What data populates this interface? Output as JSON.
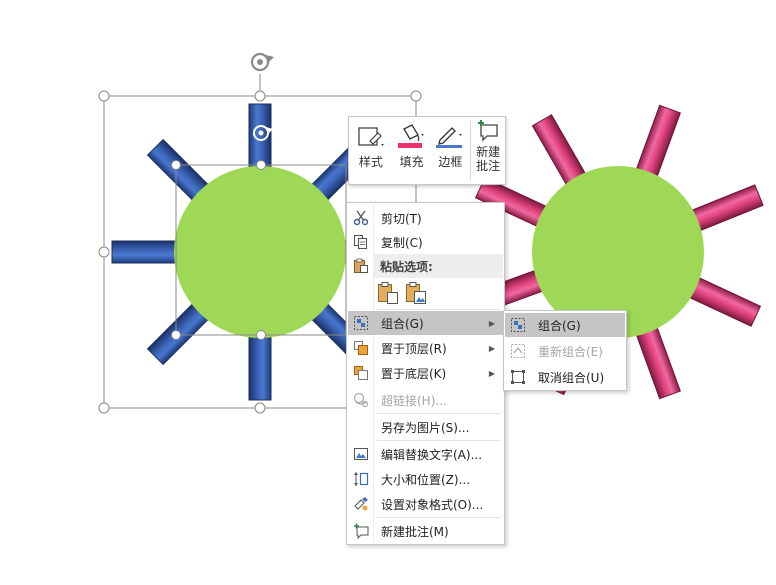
{
  "colors": {
    "circle_fill": "#9ed856",
    "blue_spoke": "#3a62b4",
    "pink_spoke": "#e2447f",
    "fill_swatch": "#e8336f",
    "menu_highlight": "#c5c5c5"
  },
  "mini_toolbar": {
    "style_label": "样式",
    "fill_label": "填充",
    "border_label": "边框",
    "comment_label_1": "新建",
    "comment_label_2": "批注"
  },
  "context_menu": {
    "cut": "剪切(T)",
    "copy": "复制(C)",
    "paste_options_header": "粘贴选项:",
    "group": "组合(G)",
    "bring_to_front": "置于顶层(R)",
    "send_to_back": "置于底层(K)",
    "hyperlink": "超链接(H)...",
    "save_as_picture": "另存为图片(S)...",
    "edit_alt_text": "编辑替换文字(A)...",
    "size_and_position": "大小和位置(Z)...",
    "format_object": "设置对象格式(O)...",
    "new_comment": "新建批注(M)"
  },
  "submenu": {
    "group": "组合(G)",
    "regroup": "重新组合(E)",
    "ungroup": "取消组合(U)"
  },
  "icons": {
    "rotate_handle": "rotate-icon",
    "cut": "scissors-icon",
    "copy": "copy-icon",
    "paste": "clipboard-icon",
    "group": "group-icon",
    "bring_front": "bring-front-icon",
    "send_back": "send-back-icon",
    "hyperlink": "link-icon",
    "alt_text": "alt-text-icon",
    "size_pos": "size-position-icon",
    "format": "format-object-icon",
    "comment": "comment-icon"
  }
}
